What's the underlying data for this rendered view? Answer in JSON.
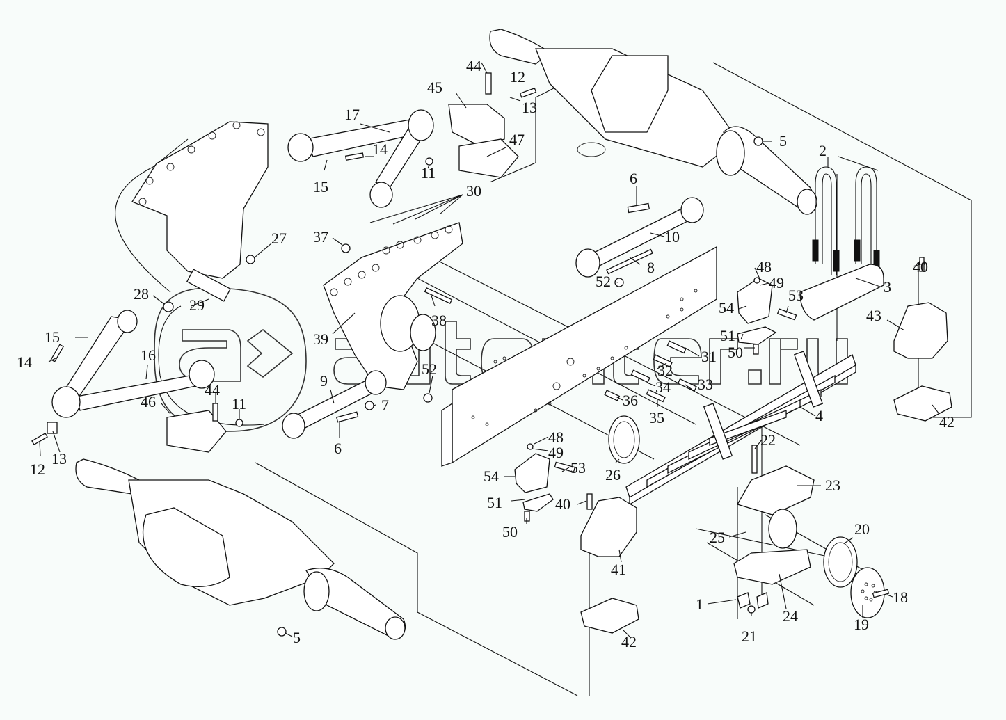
{
  "diagram": {
    "type": "exploded-parts-diagram",
    "subject": "rear tandem axle balance suspension assembly",
    "watermark": "autopiter.ru",
    "watermark_logo": "a>",
    "colors": {
      "background": "#f8fcfa",
      "line": "#111111"
    }
  },
  "callouts": [
    {
      "id": "44a",
      "label": "44"
    },
    {
      "id": "12a",
      "label": "12"
    },
    {
      "id": "45",
      "label": "45"
    },
    {
      "id": "13a",
      "label": "13"
    },
    {
      "id": "17",
      "label": "17"
    },
    {
      "id": "47",
      "label": "47"
    },
    {
      "id": "14a",
      "label": "14"
    },
    {
      "id": "15a",
      "label": "15"
    },
    {
      "id": "11a",
      "label": "11"
    },
    {
      "id": "5a",
      "label": "5"
    },
    {
      "id": "2",
      "label": "2"
    },
    {
      "id": "6a",
      "label": "6"
    },
    {
      "id": "30",
      "label": "30"
    },
    {
      "id": "37",
      "label": "37"
    },
    {
      "id": "10",
      "label": "10"
    },
    {
      "id": "27",
      "label": "27"
    },
    {
      "id": "40a",
      "label": "40"
    },
    {
      "id": "48a",
      "label": "48"
    },
    {
      "id": "8",
      "label": "8"
    },
    {
      "id": "52a",
      "label": "52"
    },
    {
      "id": "49a",
      "label": "49"
    },
    {
      "id": "3",
      "label": "3"
    },
    {
      "id": "28",
      "label": "28"
    },
    {
      "id": "29",
      "label": "29"
    },
    {
      "id": "54a",
      "label": "54"
    },
    {
      "id": "53a",
      "label": "53"
    },
    {
      "id": "38",
      "label": "38"
    },
    {
      "id": "43",
      "label": "43"
    },
    {
      "id": "15b",
      "label": "15"
    },
    {
      "id": "39",
      "label": "39"
    },
    {
      "id": "51a",
      "label": "51"
    },
    {
      "id": "50a",
      "label": "50"
    },
    {
      "id": "31",
      "label": "31"
    },
    {
      "id": "16",
      "label": "16"
    },
    {
      "id": "14b",
      "label": "14"
    },
    {
      "id": "32",
      "label": "32"
    },
    {
      "id": "9",
      "label": "9"
    },
    {
      "id": "52b",
      "label": "52"
    },
    {
      "id": "34",
      "label": "34"
    },
    {
      "id": "33",
      "label": "33"
    },
    {
      "id": "4",
      "label": "4"
    },
    {
      "id": "46",
      "label": "46"
    },
    {
      "id": "44b",
      "label": "44"
    },
    {
      "id": "7",
      "label": "7"
    },
    {
      "id": "36",
      "label": "36"
    },
    {
      "id": "35",
      "label": "35"
    },
    {
      "id": "11b",
      "label": "11"
    },
    {
      "id": "42a",
      "label": "42"
    },
    {
      "id": "6b",
      "label": "6"
    },
    {
      "id": "12b",
      "label": "12"
    },
    {
      "id": "13b",
      "label": "13"
    },
    {
      "id": "26",
      "label": "26"
    },
    {
      "id": "22",
      "label": "22"
    },
    {
      "id": "48b",
      "label": "48"
    },
    {
      "id": "49b",
      "label": "49"
    },
    {
      "id": "23",
      "label": "23"
    },
    {
      "id": "53b",
      "label": "53"
    },
    {
      "id": "54b",
      "label": "54"
    },
    {
      "id": "51b",
      "label": "51"
    },
    {
      "id": "40b",
      "label": "40"
    },
    {
      "id": "50b",
      "label": "50"
    },
    {
      "id": "25",
      "label": "25"
    },
    {
      "id": "20",
      "label": "20"
    },
    {
      "id": "41",
      "label": "41"
    },
    {
      "id": "1",
      "label": "1"
    },
    {
      "id": "18",
      "label": "18"
    },
    {
      "id": "24",
      "label": "24"
    },
    {
      "id": "19",
      "label": "19"
    },
    {
      "id": "5b",
      "label": "5"
    },
    {
      "id": "42b",
      "label": "42"
    },
    {
      "id": "21",
      "label": "21"
    }
  ]
}
